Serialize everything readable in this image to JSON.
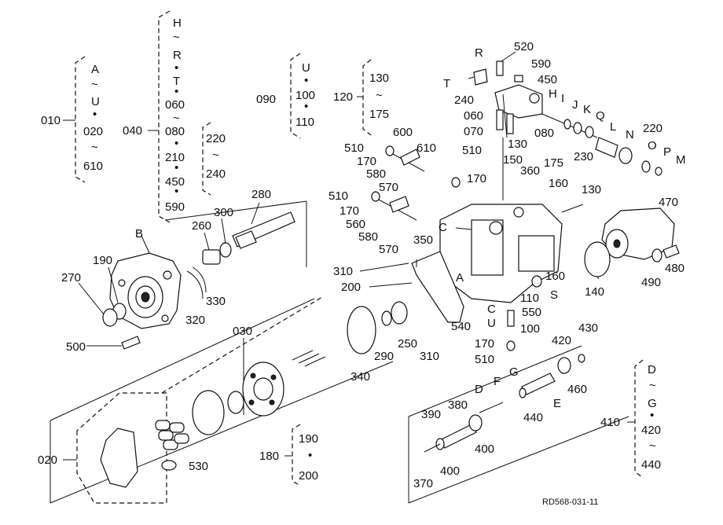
{
  "groups": {
    "g010": {
      "bracket": "010",
      "items": [
        "A",
        "~",
        "U",
        "•",
        "020",
        "~",
        "610"
      ]
    },
    "g040": {
      "bracket": "040",
      "items": [
        "H",
        "~",
        "R",
        "•",
        "T",
        "•",
        "060",
        "~",
        "080",
        "•",
        "210",
        "•",
        "450",
        "•",
        "590"
      ]
    },
    "g220": {
      "items": [
        "220",
        "~",
        "240"
      ]
    },
    "g090": {
      "bracket": "090",
      "items": [
        "U",
        "•",
        "100",
        "•",
        "110"
      ]
    },
    "g120": {
      "bracket": "120",
      "items": [
        "130",
        "~",
        "175"
      ]
    },
    "g180": {
      "bracket": "180",
      "items": [
        "190",
        "•",
        "200"
      ]
    },
    "g410": {
      "bracket": "410",
      "items": [
        "D",
        "~",
        "G",
        "•",
        "420",
        "~",
        "440"
      ]
    },
    "g020": {
      "bracket": "020"
    },
    "g030": {
      "bracket": "030"
    }
  },
  "callouts": {
    "c280": "280",
    "c300": "300",
    "c260": "260",
    "cB": "B",
    "c190": "190",
    "c270": "270",
    "c330": "330",
    "c320": "320",
    "c500": "500",
    "c510a": "510",
    "c170a": "170",
    "c600": "600",
    "c610": "610",
    "c580a": "580",
    "c570a": "570",
    "c510b": "510",
    "c170b": "170",
    "c560": "560",
    "c580b": "580",
    "c570b": "570",
    "c510c": "510",
    "c170c": "170",
    "c150": "150",
    "c360": "360",
    "c175": "175",
    "c160a": "160",
    "c130a": "130",
    "cC1": "C",
    "c350": "350",
    "c310a": "310",
    "c200": "200",
    "cA": "A",
    "c160b": "160",
    "cS": "S",
    "c110": "110",
    "cC2": "C",
    "c550": "550",
    "cU": "U",
    "c100": "100",
    "c170d": "170",
    "c510d": "510",
    "c540": "540",
    "c310b": "310",
    "c340": "340",
    "c290": "290",
    "c250": "250",
    "c520": "520",
    "cR": "R",
    "c590": "590",
    "c450": "450",
    "cT": "T",
    "c240": "240",
    "cH": "H",
    "cI": "I",
    "cJ": "J",
    "cK": "K",
    "cQ": "Q",
    "c060": "060",
    "c070": "070",
    "c080": "080",
    "c130b": "130",
    "cL": "L",
    "cN": "N",
    "c220": "220",
    "c230": "230",
    "cO": "O",
    "cP": "P",
    "cM": "M",
    "c470": "470",
    "c140": "140",
    "c490": "490",
    "c480": "480",
    "c430": "430",
    "c420": "420",
    "c460": "460",
    "cG": "G",
    "cF": "F",
    "cD": "D",
    "cE": "E",
    "c440": "440",
    "c390": "390",
    "c380": "380",
    "c400a": "400",
    "c400b": "400",
    "c370": "370",
    "c530": "530"
  },
  "ref_code": "RD568-031-11"
}
